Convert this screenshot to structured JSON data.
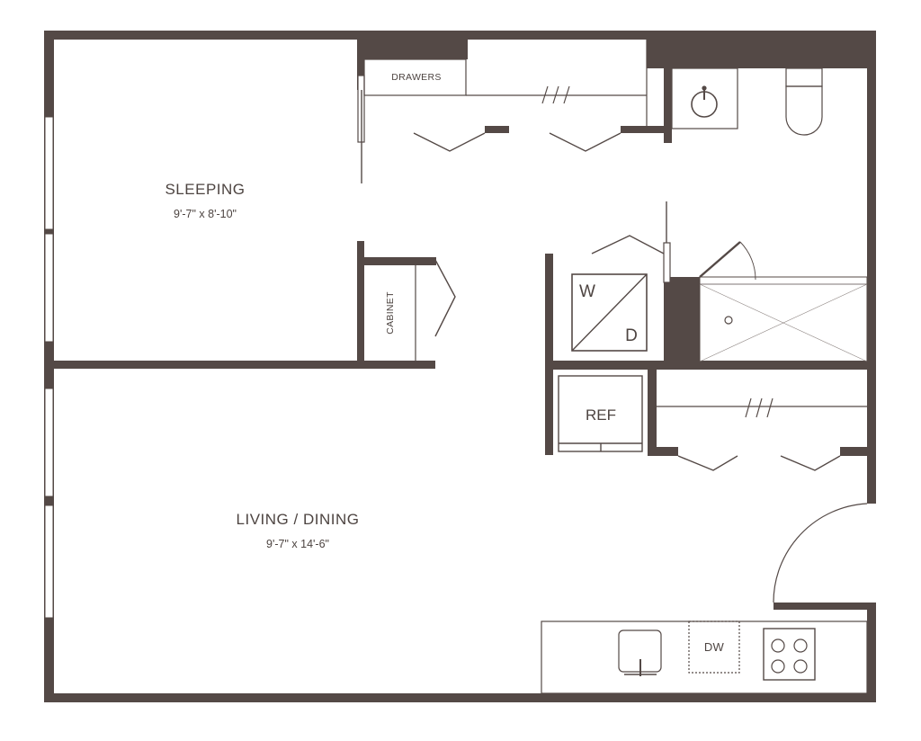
{
  "rooms": {
    "sleeping": {
      "name": "SLEEPING",
      "dims": "9'-7\" x 8'-10\""
    },
    "living": {
      "name": "LIVING / DINING",
      "dims": "9'-7\" x 14'-6\""
    }
  },
  "fixtures": {
    "drawers": "DRAWERS",
    "cabinet": "CABINET",
    "washer": "W",
    "dryer": "D",
    "refrigerator": "REF",
    "dishwasher": "DW"
  },
  "colors": {
    "wall": "#544946",
    "line": "#544946",
    "thin": "#6b615e",
    "background": "#ffffff"
  }
}
